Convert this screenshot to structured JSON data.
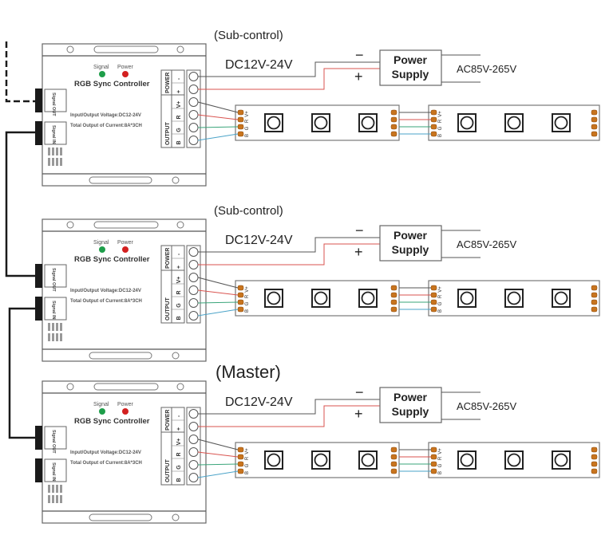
{
  "diagram": {
    "title": "RGB Sync Controller master / sub-control wiring diagram",
    "units": [
      {
        "role_label": "(Sub-control)",
        "controller": {
          "name": "RGB Sync Controller",
          "led_signal": "Signal",
          "led_power": "Power",
          "spec_voltage": "Input/Output Voltage:DC12-24V",
          "spec_current": "Total Output of Current:8A*3CH",
          "port_out": "Signal OUT",
          "port_in": "Signal IN",
          "terminal_power_label": "POWER",
          "terminal_output_label": "OUTPUT",
          "terminals": [
            "-",
            "+",
            "V+",
            "R",
            "G",
            "B"
          ]
        },
        "dc_label": "DC12V-24V",
        "minus": "−",
        "plus": "+",
        "power_supply": [
          "Power",
          "Supply"
        ],
        "ac_label": "AC85V-265V",
        "strip_pins": [
          "V+",
          "R",
          "G",
          "B"
        ]
      },
      {
        "role_label": "(Sub-control)",
        "controller": {
          "name": "RGB Sync Controller",
          "led_signal": "Signal",
          "led_power": "Power",
          "spec_voltage": "Input/Output Voltage:DC12-24V",
          "spec_current": "Total Output of Current:8A*3CH",
          "port_out": "Signal OUT",
          "port_in": "Signal IN",
          "terminal_power_label": "POWER",
          "terminal_output_label": "OUTPUT",
          "terminals": [
            "-",
            "+",
            "V+",
            "R",
            "G",
            "B"
          ]
        },
        "dc_label": "DC12V-24V",
        "minus": "−",
        "plus": "+",
        "power_supply": [
          "Power",
          "Supply"
        ],
        "ac_label": "AC85V-265V",
        "strip_pins": [
          "V+",
          "R",
          "G",
          "B"
        ]
      },
      {
        "role_label": "(Master)",
        "controller": {
          "name": "RGB Sync Controller",
          "led_signal": "Signal",
          "led_power": "Power",
          "spec_voltage": "Input/Output Voltage:DC12-24V",
          "spec_current": "Total Output of Current:8A*3CH",
          "port_out": "Signal OUT",
          "port_in": "Signal IN",
          "terminal_power_label": "POWER",
          "terminal_output_label": "OUTPUT",
          "terminals": [
            "-",
            "+",
            "V+",
            "R",
            "G",
            "B"
          ]
        },
        "dc_label": "DC12V-24V",
        "minus": "−",
        "plus": "+",
        "power_supply": [
          "Power",
          "Supply"
        ],
        "ac_label": "AC85V-265V",
        "strip_pins": [
          "V+",
          "R",
          "G",
          "B"
        ]
      }
    ],
    "colors": {
      "line": "#555555",
      "signal_cable": "#1a1a1a",
      "red_wire": "#d9534f",
      "green_wire": "#3aa57a",
      "blue_wire": "#4aa3c8",
      "led_green": "#1e9e4a",
      "led_red": "#d32020",
      "pad": "#c8741e"
    }
  }
}
